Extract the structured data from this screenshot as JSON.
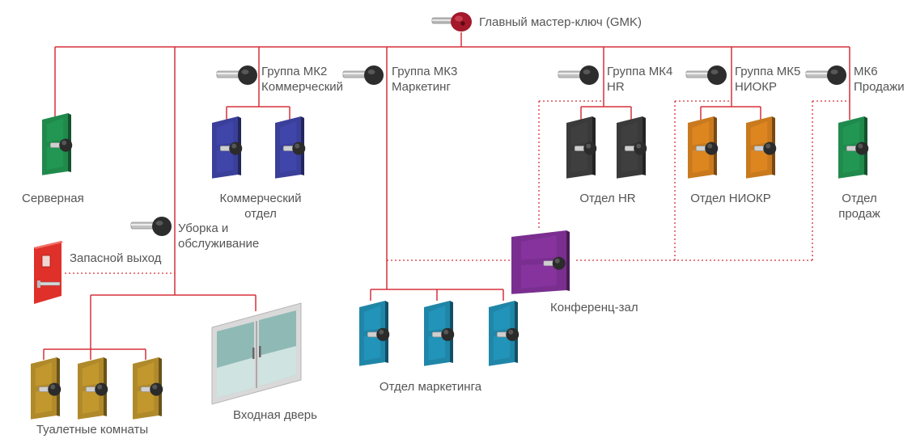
{
  "master_key": {
    "label": "Главный мастер-ключ (GMK)"
  },
  "groups": {
    "mk2": {
      "line1": "Группа МК2",
      "line2": "Коммерческий"
    },
    "mk3": {
      "line1": "Группа МК3",
      "line2": "Маркетинг"
    },
    "mk4": {
      "line1": "Группа МК4",
      "line2": "HR"
    },
    "mk5": {
      "line1": "Группа МК5",
      "line2": "НИОКР"
    },
    "mk6": {
      "line1": "МК6",
      "line2": "Продажи"
    },
    "cleaning": {
      "line1": "Уборка и",
      "line2": "обслуживание"
    }
  },
  "rooms": {
    "server": "Серверная",
    "commercial_line1": "Коммерческий",
    "commercial_line2": "отдел",
    "hr": "Отдел HR",
    "rnd": "Отдел НИОКР",
    "sales_line1": "Отдел",
    "sales_line2": "продаж",
    "emergency": "Запасной выход",
    "conference": "Конференц-зал",
    "marketing": "Отдел маркетинга",
    "toilets": "Туалетные комнаты",
    "entrance": "Входная дверь"
  },
  "colors": {
    "line": "#d6303a",
    "label": "#555555",
    "door_green": "#1f8a4c",
    "door_blue": "#3a3f9a",
    "door_dark": "#3a3a3a",
    "door_orange": "#c97a1e",
    "door_purple": "#7a2f90",
    "door_teal": "#1f86a8",
    "door_olive": "#b08a2a",
    "door_red": "#e0302a",
    "master_key": "#a3182a"
  }
}
